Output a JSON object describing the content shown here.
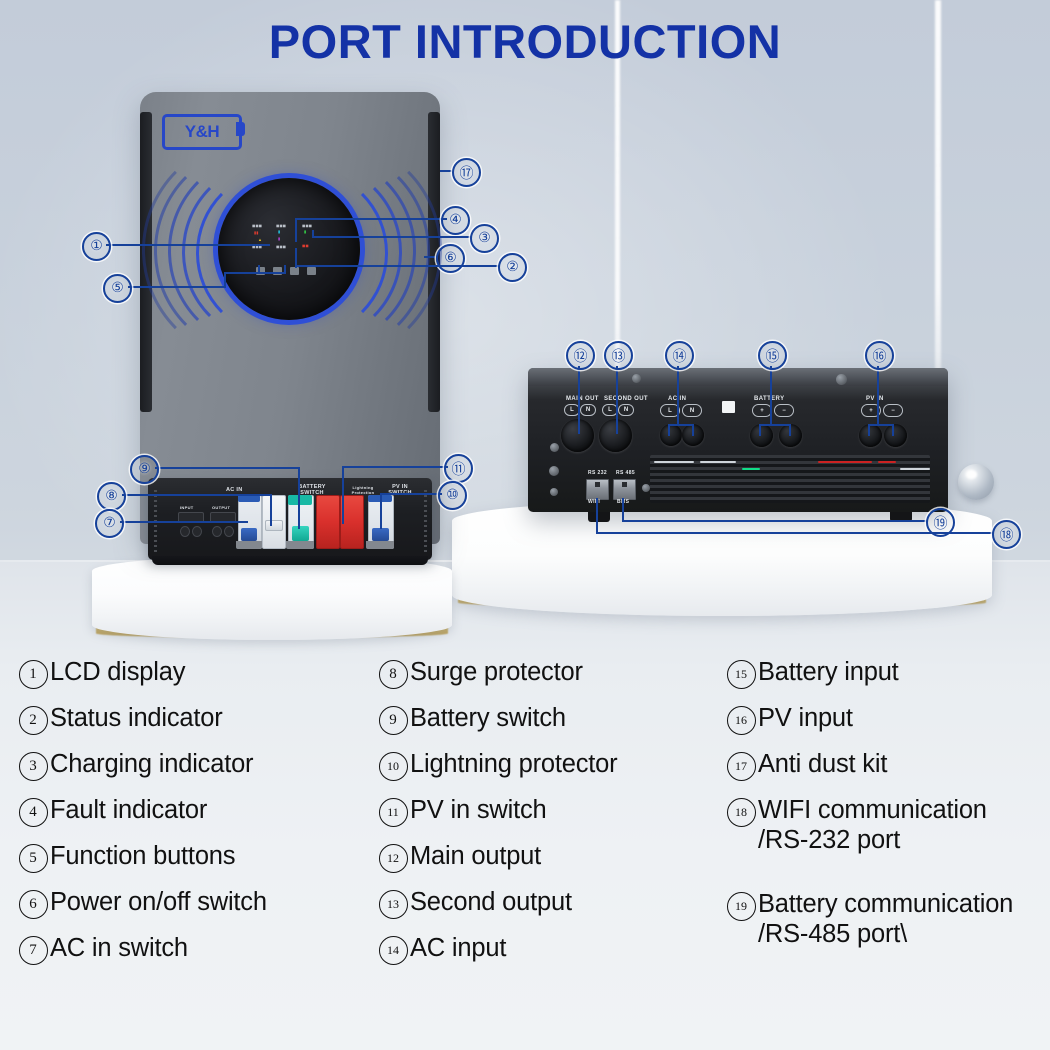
{
  "title": "PORT INTRODUCTION",
  "colors": {
    "title_blue": "#1432a6",
    "callout_blue": "#16419a",
    "logo_blue": "#2747c8",
    "breaker_blue": "#2a5bb5",
    "breaker_teal": "#18b9a5",
    "breaker_red": "#d9302c",
    "pedestal_gold": "#cdb265"
  },
  "left_unit": {
    "brand": "Y&H",
    "panel_labels": [
      "AC IN",
      "BATTERY SWITCH",
      "Lightning Protection",
      "PV IN SWITCH"
    ],
    "terminal_labels": [
      "INPUT",
      "OUTPUT"
    ]
  },
  "right_unit": {
    "port_groups": [
      {
        "name": "MAIN OUT",
        "pins": [
          "L",
          "N"
        ]
      },
      {
        "name": "SECOND OUT",
        "pins": [
          "L",
          "N"
        ]
      },
      {
        "name": "AC IN",
        "pins": [
          "L",
          "N"
        ]
      },
      {
        "name": "BATTERY",
        "pins": [
          "+",
          "−"
        ]
      },
      {
        "name": "PV IN",
        "pins": [
          "+",
          "−"
        ]
      }
    ],
    "comm_ports": [
      {
        "top": "RS 232",
        "bottom": "WIFI"
      },
      {
        "top": "RS 485",
        "bottom": "BMS"
      }
    ]
  },
  "callouts": [
    {
      "n": "1",
      "glyph": "①"
    },
    {
      "n": "2",
      "glyph": "②"
    },
    {
      "n": "3",
      "glyph": "③"
    },
    {
      "n": "4",
      "glyph": "④"
    },
    {
      "n": "5",
      "glyph": "⑤"
    },
    {
      "n": "6",
      "glyph": "⑥"
    },
    {
      "n": "7",
      "glyph": "⑦"
    },
    {
      "n": "8",
      "glyph": "⑧"
    },
    {
      "n": "9",
      "glyph": "⑨"
    },
    {
      "n": "10",
      "glyph": "⑩"
    },
    {
      "n": "11",
      "glyph": "⑪"
    },
    {
      "n": "12",
      "glyph": "⑫"
    },
    {
      "n": "13",
      "glyph": "⑬"
    },
    {
      "n": "14",
      "glyph": "⑭"
    },
    {
      "n": "15",
      "glyph": "⑮"
    },
    {
      "n": "16",
      "glyph": "⑯"
    },
    {
      "n": "17",
      "glyph": "⑰"
    },
    {
      "n": "18",
      "glyph": "⑱"
    },
    {
      "n": "19",
      "glyph": "⑲"
    }
  ],
  "legend": {
    "column1": [
      {
        "num": "1",
        "label": "LCD display"
      },
      {
        "num": "2",
        "label": "Status indicator"
      },
      {
        "num": "3",
        "label": "Charging indicator"
      },
      {
        "num": "4",
        "label": "Fault indicator"
      },
      {
        "num": "5",
        "label": "Function buttons"
      },
      {
        "num": "6",
        "label": "Power on/off switch"
      },
      {
        "num": "7",
        "label": "AC in switch"
      }
    ],
    "column2": [
      {
        "num": "8",
        "label": "Surge protector"
      },
      {
        "num": "9",
        "label": "Battery switch"
      },
      {
        "num": "10",
        "label": "Lightning protector"
      },
      {
        "num": "11",
        "label": "PV in switch"
      },
      {
        "num": "12",
        "label": "Main output"
      },
      {
        "num": "13",
        "label": "Second output"
      },
      {
        "num": "14",
        "label": "AC input"
      }
    ],
    "column3": [
      {
        "num": "15",
        "label": "Battery input"
      },
      {
        "num": "16",
        "label": "PV input"
      },
      {
        "num": "17",
        "label": "Anti dust kit"
      },
      {
        "num": "18",
        "label": "WIFI communication\n/RS-232 port"
      },
      {
        "num": "19",
        "label": "Battery communication\n/RS-485 port\\"
      }
    ]
  }
}
